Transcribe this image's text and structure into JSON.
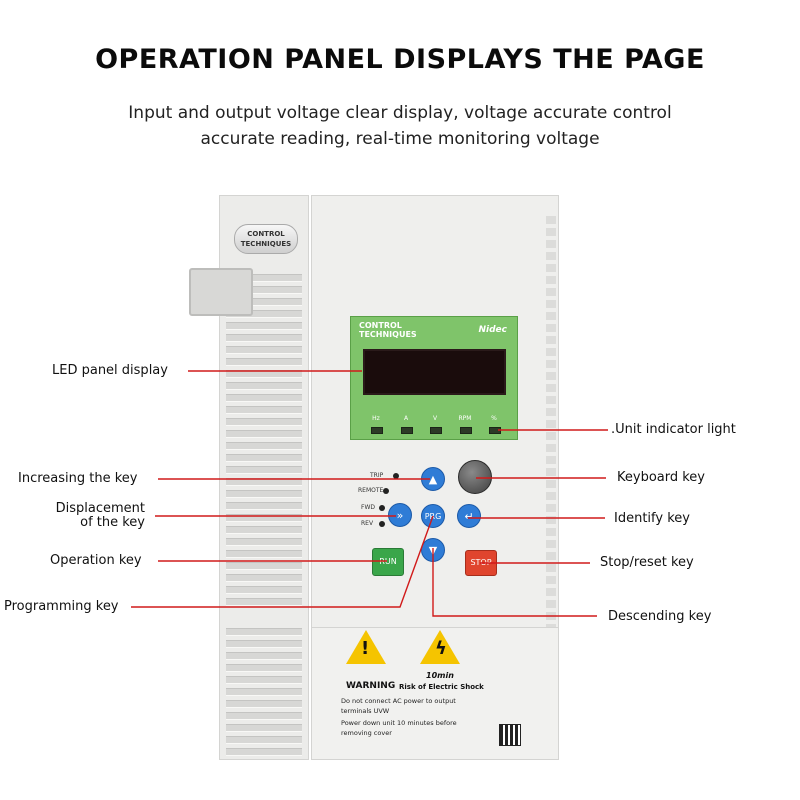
{
  "heading": "OPERATION PANEL DISPLAYS THE PAGE",
  "subtitle_line1": "Input and output voltage clear display, voltage accurate control",
  "subtitle_line2": "accurate reading, real-time monitoring voltage",
  "device": {
    "badge_text": "CONTROL TECHNIQUES",
    "brand_text": "CONTROL TECHNIQUES",
    "nidec_text": "Nidec",
    "units": [
      "Hz",
      "A",
      "V",
      "RPM",
      "%"
    ],
    "indicators": [
      "TRIP",
      "REMOTE",
      "FWD",
      "REV"
    ],
    "keys": {
      "up": "▲",
      "down": "▼",
      "prg": "PRG",
      "shift": "»",
      "enter": "↵",
      "run": "RUN",
      "stop": "STOP"
    },
    "warning": {
      "title": "WARNING",
      "subtitle": "Risk of Electric Shock",
      "ten_min": "10min",
      "lines": [
        "Do not connect AC power to output",
        "terminals UVW",
        "Power down unit 10 minutes before",
        "removing cover"
      ]
    }
  },
  "annotations": {
    "led_panel": "LED panel display",
    "increasing": "Increasing the key",
    "displacement_1": "Displacement",
    "displacement_2": "of the key",
    "operation": "Operation key",
    "programming": "Programming key",
    "unit_indicator": ".Unit indicator light",
    "keyboard": "Keyboard key",
    "identify": "Identify key",
    "stop_reset": "Stop/reset key",
    "descending": "Descending key"
  },
  "colors": {
    "leader_line": "#d11a1a",
    "display_green": "#7fc46a",
    "key_blue": "#2f7cd6",
    "run_green": "#3aa64a",
    "stop_red": "#e0452e",
    "warning_yellow": "#f5c400"
  }
}
